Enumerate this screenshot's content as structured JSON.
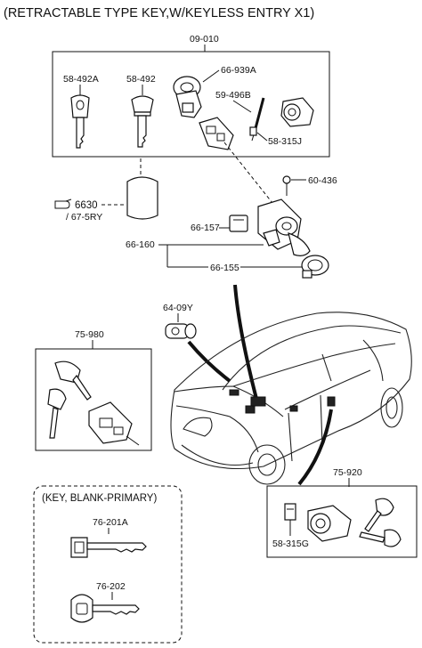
{
  "title": "(RETRACTABLE TYPE KEY,W/KEYLESS ENTRY X1)",
  "groups": {
    "main_set": "09-010",
    "steering_lock_set": "75-980",
    "door_lock_set": "75-920",
    "key_blank_box": "(KEY, BLANK-PRIMARY)"
  },
  "parts": {
    "key_retractable": "58-492A",
    "key_blank": "58-492",
    "lock_cylinder": "66-939A",
    "rod": "59-496B",
    "clip": "58-315J",
    "screw": "60-436",
    "ref_page": "6630",
    "ref_sub": "/ 67-5RY",
    "switch_connector": "66-157",
    "ignition_switch": "66-160",
    "immobilizer_coil": "66-155",
    "trunk_cylinder": "64-09Y",
    "door_clip": "58-315G",
    "key_primary_a": "76-201A",
    "key_primary_b": "76-202"
  }
}
